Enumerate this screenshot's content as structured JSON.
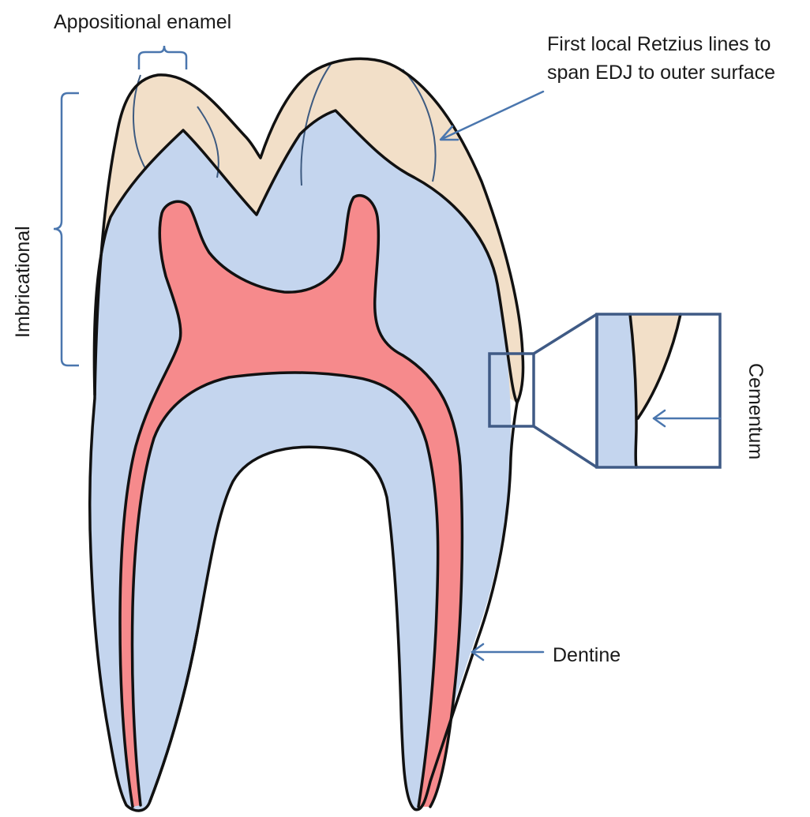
{
  "labels": {
    "appositional": "Appositional enamel",
    "retzius_line1": "First local Retzius lines to",
    "retzius_line2": "span EDJ to outer surface",
    "imbricational": "Imbricational",
    "cementum": "Cementum",
    "dentine": "Dentine"
  },
  "colors": {
    "enamel": "#f2dfc8",
    "dentine": "#c4d5ee",
    "pulp": "#f68a8c",
    "outline": "#111111",
    "annotation": "#4a76ae",
    "retzius_lines": "#3d5a80"
  }
}
